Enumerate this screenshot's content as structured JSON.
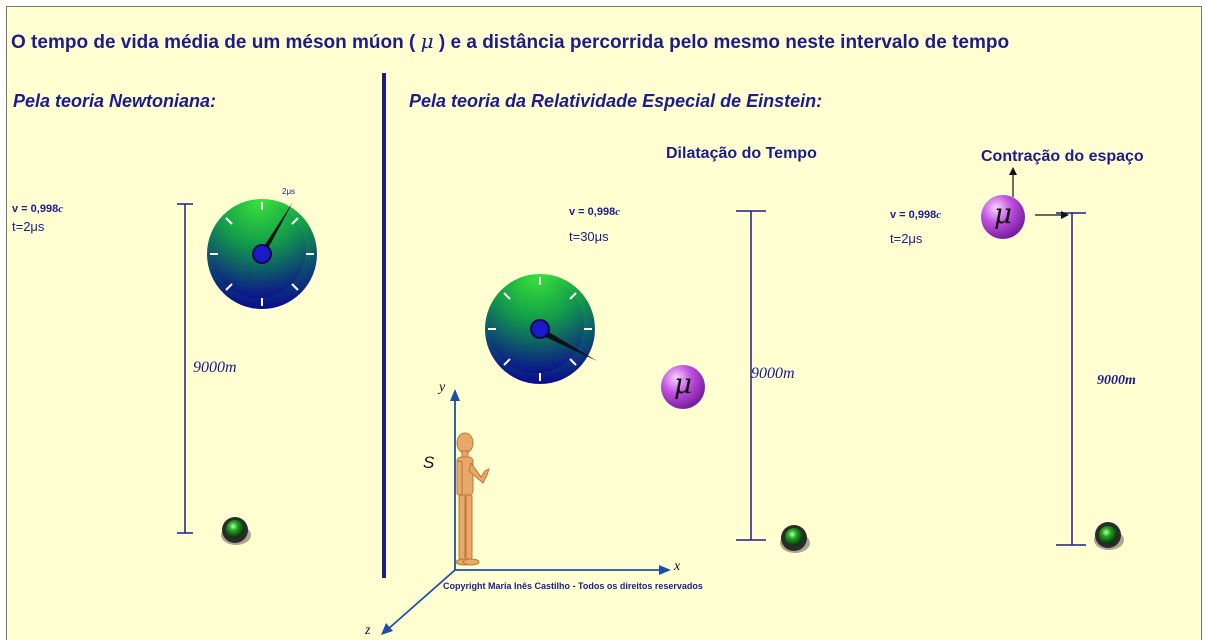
{
  "title": {
    "before": "O tempo de vida média de um méson múon (",
    "symbol": "μ",
    "after": ") e a distância percorrida pelo mesmo neste intervalo de tempo"
  },
  "newtonian": {
    "heading": "Pela teoria Newtoniana:",
    "velocity": "v = 0,998",
    "velocity_unit": "c",
    "time": "t=2μs",
    "gauge_label": "2μs",
    "distance": "9000m"
  },
  "relativity": {
    "heading": "Pela teoria da Relatividade Especial de Einstein:",
    "dilation": {
      "heading": "Dilatação do Tempo",
      "velocity": "v = 0,998",
      "velocity_unit": "c",
      "time": "t=30μs",
      "particle": "μ",
      "distance": "9000m"
    },
    "contraction": {
      "heading": "Contração do espaço",
      "velocity": "v = 0,998",
      "velocity_unit": "c",
      "time": "t=2μs",
      "particle": "μ",
      "distance": "9000m"
    },
    "frame": {
      "label": "S",
      "x_axis": "x",
      "y_axis": "y",
      "z_axis": "z"
    }
  },
  "copyright": "Copyright  Maria Inês Castilho - Todos os direitos reservados",
  "colors": {
    "background": "#ffffd1",
    "text": "#1c1c8f",
    "gauge_top": "#1fc21f",
    "gauge_bottom": "#0a0a90",
    "muon": "#c24fe0",
    "detector": "#1c8a1c"
  }
}
